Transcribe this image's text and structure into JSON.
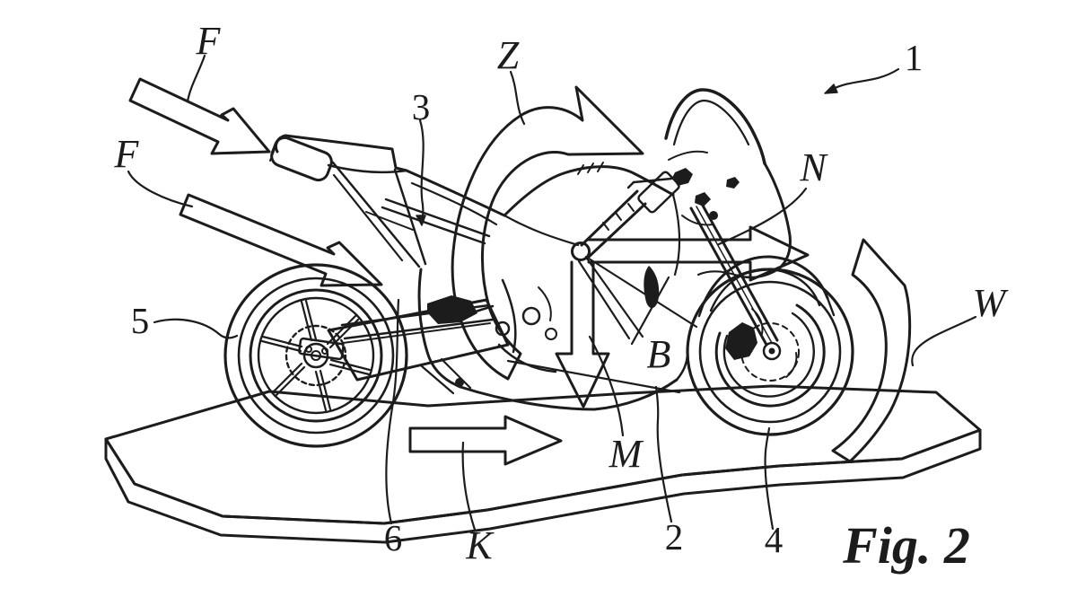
{
  "figure": {
    "type": "patent-line-drawing",
    "subject": "motorcycle-side-view-with-force-annotations",
    "caption": "Fig. 2",
    "colors": {
      "background": "#ffffff",
      "ink": "#1c1c1c"
    },
    "labels": [
      {
        "id": "F-upper",
        "text": "F"
      },
      {
        "id": "F-lower",
        "text": "F"
      },
      {
        "id": "Z",
        "text": "Z"
      },
      {
        "id": "3",
        "text": "3"
      },
      {
        "id": "1",
        "text": "1"
      },
      {
        "id": "N",
        "text": "N"
      },
      {
        "id": "5",
        "text": "5"
      },
      {
        "id": "W",
        "text": "W"
      },
      {
        "id": "B",
        "text": "B"
      },
      {
        "id": "M",
        "text": "M"
      },
      {
        "id": "K",
        "text": "K"
      },
      {
        "id": "6",
        "text": "6"
      },
      {
        "id": "2",
        "text": "2"
      },
      {
        "id": "4",
        "text": "4"
      }
    ],
    "arrows": [
      {
        "name": "force-arrow-f-upper",
        "style": "straight-outline",
        "direction": "down-right"
      },
      {
        "name": "force-arrow-f-lower",
        "style": "straight-outline",
        "direction": "down-right"
      },
      {
        "name": "pitch-rotation-arrow-z",
        "style": "curved-outline",
        "direction": "clockwise"
      },
      {
        "name": "horizontal-arrow-n",
        "style": "straight-outline",
        "direction": "right"
      },
      {
        "name": "vertical-arrow-m",
        "style": "straight-outline",
        "direction": "down"
      },
      {
        "name": "ground-arrow-k",
        "style": "straight-outline",
        "direction": "right"
      },
      {
        "name": "wheel-rotation-arrow-w",
        "style": "curved-outline",
        "direction": "counterclockwise"
      }
    ]
  }
}
